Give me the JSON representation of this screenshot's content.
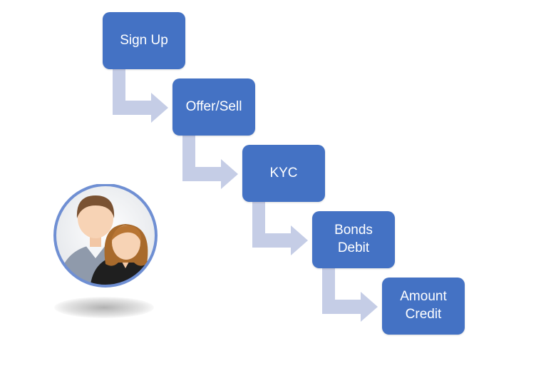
{
  "steps": [
    {
      "label": "Sign Up"
    },
    {
      "label": "Offer/Sell"
    },
    {
      "label": "KYC"
    },
    {
      "label": "Bonds\nDebit"
    },
    {
      "label": "Amount\nCredit"
    }
  ],
  "colors": {
    "box_fill": "#4472c4",
    "connector": "#c5cde6",
    "avatar_ring": "#6f8fd3",
    "avatar_fill": "#eef0f3"
  },
  "icons": {
    "people": "users-icon"
  }
}
